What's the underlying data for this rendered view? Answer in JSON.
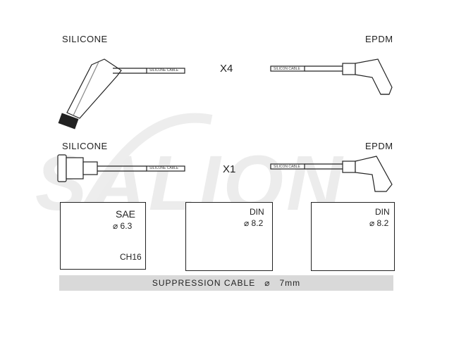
{
  "labels": {
    "top_left": "SILICONE",
    "top_right": "EPDM",
    "mid_left": "SILICONE",
    "mid_right": "EPDM"
  },
  "quantities": {
    "top": "X4",
    "bottom": "X1"
  },
  "cable_prints": {
    "silicone": "SILICONE CABLE",
    "silicon": "SILICON CABLE"
  },
  "watermark": "SALION",
  "boxes": {
    "spark_plug": {
      "standard": "SAE",
      "diameter": "⌀ 6.3",
      "code": "CH16"
    },
    "distributor_1": {
      "standard": "DIN",
      "diameter": "⌀ 8.2"
    },
    "distributor_2": {
      "standard": "DIN",
      "diameter": "⌀ 8.2"
    }
  },
  "footer": {
    "text": "SUPPRESSION CABLE",
    "symbol": "⌀",
    "size": "7mm"
  },
  "colors": {
    "line": "#222222",
    "bar": "#d9d9d9",
    "watermark": "#ececec"
  }
}
